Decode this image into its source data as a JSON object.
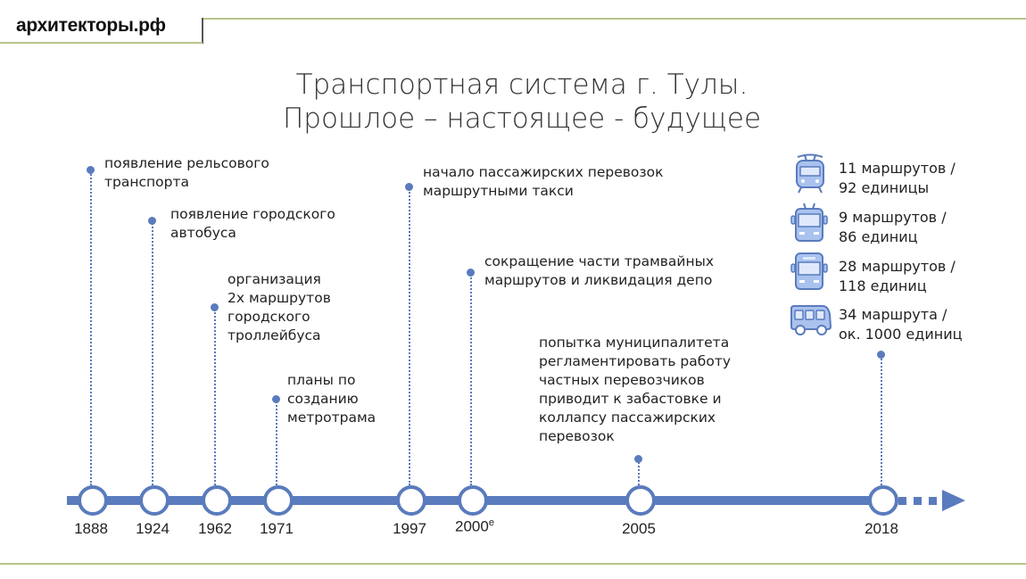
{
  "header": {
    "brand": "архитекторы.рф"
  },
  "title": {
    "line1": "Транспортная система г. Тулы.",
    "line2": "Прошлое – настоящее - будущее"
  },
  "timeline": {
    "years": [
      {
        "label": "1888",
        "sup": ""
      },
      {
        "label": "1924",
        "sup": ""
      },
      {
        "label": "1962",
        "sup": ""
      },
      {
        "label": "1971",
        "sup": ""
      },
      {
        "label": "1997",
        "sup": ""
      },
      {
        "label": "2000",
        "sup": "е"
      },
      {
        "label": "2005",
        "sup": ""
      },
      {
        "label": "2018",
        "sup": ""
      }
    ],
    "events": [
      {
        "year": "1888",
        "lines": [
          "появление рельсового",
          "транспорта"
        ]
      },
      {
        "year": "1924",
        "lines": [
          "появление городского",
          "автобуса"
        ]
      },
      {
        "year": "1962",
        "lines": [
          "организация",
          "2х маршрутов",
          "городского",
          "троллейбуса"
        ]
      },
      {
        "year": "1971",
        "lines": [
          "планы по",
          "созданию",
          "метротрама"
        ]
      },
      {
        "year": "1997",
        "lines": [
          "начало пассажирских перевозок",
          "маршрутными такси"
        ]
      },
      {
        "year": "2000е",
        "lines": [
          "сокращение части трамвайных",
          "маршрутов и ликвидация депо"
        ]
      },
      {
        "year": "2005",
        "lines": [
          "попытка муниципалитета",
          "регламентировать работу",
          "частных перевозчиков",
          "приводит к забастовке и",
          "коллапсу пассажирских",
          "перевозок"
        ]
      }
    ],
    "stats_2018": [
      {
        "icon": "tram-icon",
        "line1": "11 маршрутов /",
        "line2": "92 единицы"
      },
      {
        "icon": "trolleybus-icon",
        "line1": "9 маршрутов /",
        "line2": "86 единиц"
      },
      {
        "icon": "bus-icon",
        "line1": "28 маршрутов /",
        "line2": "118 единиц"
      },
      {
        "icon": "minibus-icon",
        "line1": "34 маршрута /",
        "line2": "ок. 1000 единиц"
      }
    ]
  },
  "colors": {
    "accent": "#5a7bbd",
    "icon_fill": "#a9c2ee",
    "rule": "#b5c58b"
  }
}
